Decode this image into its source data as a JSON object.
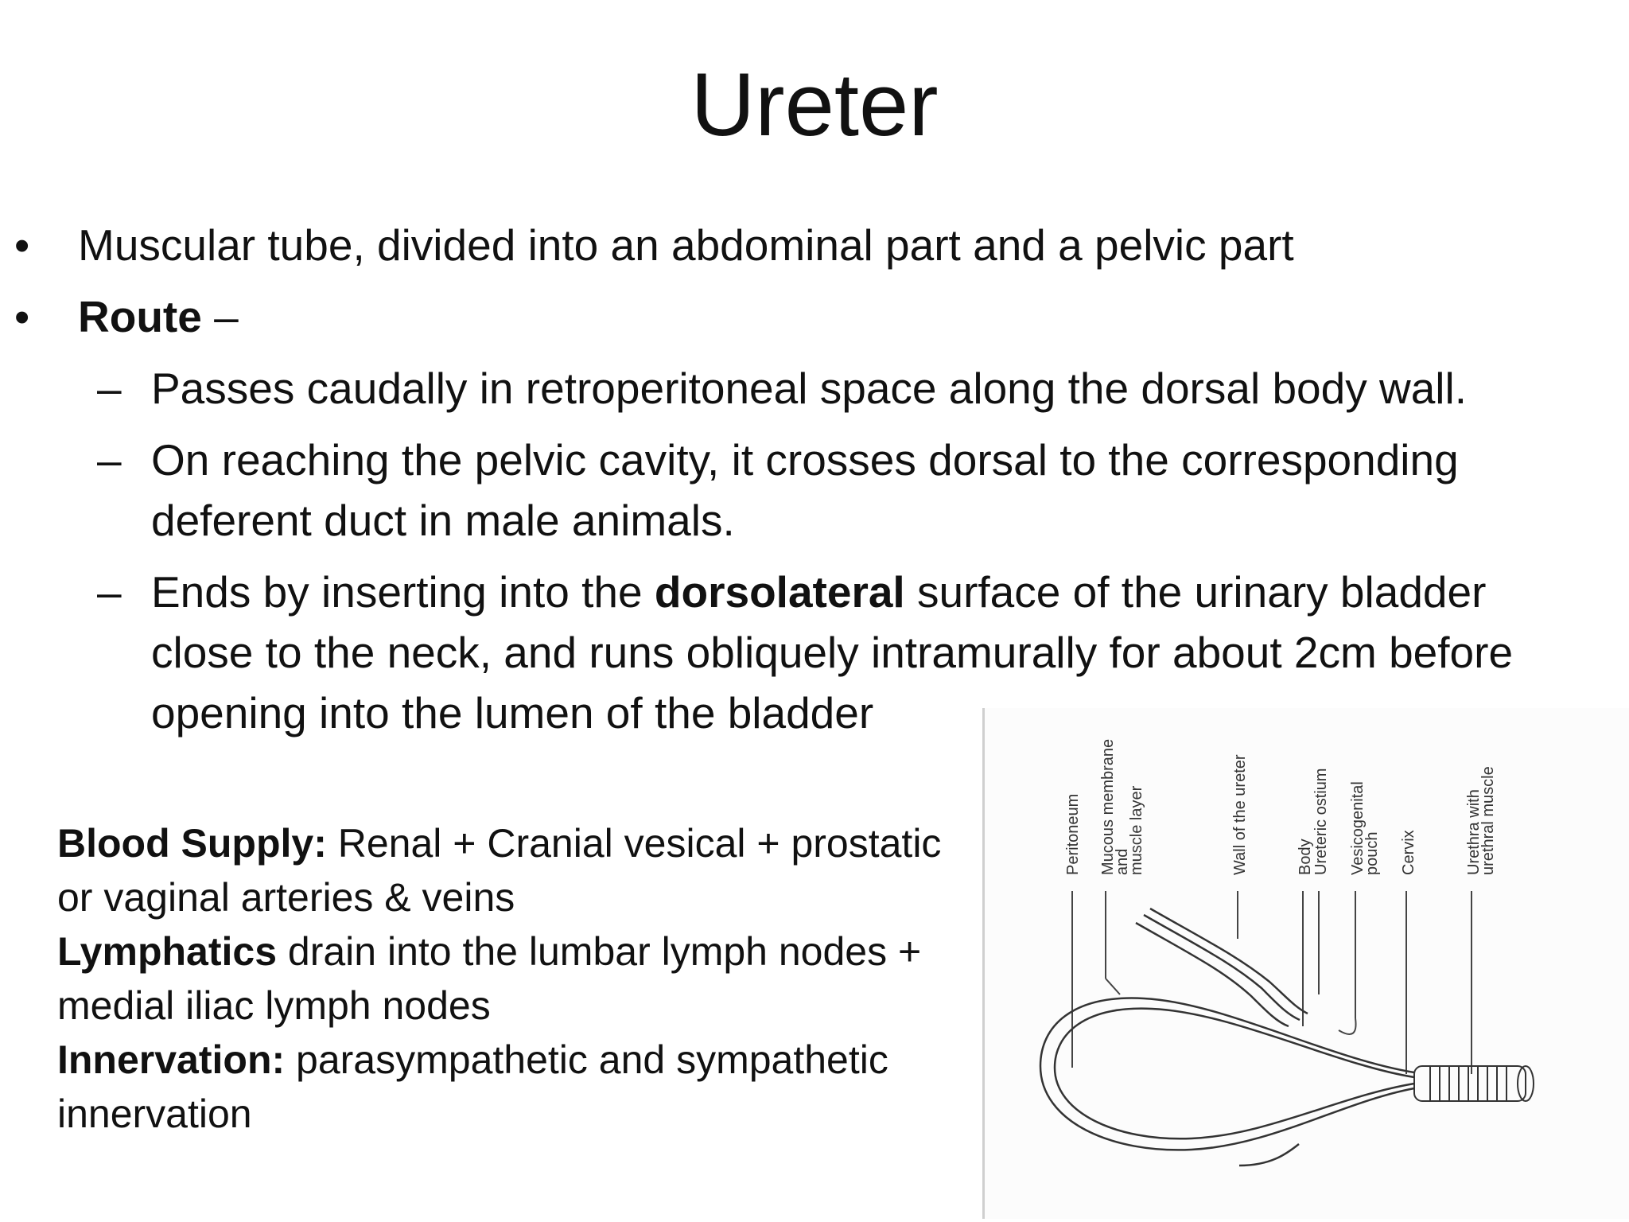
{
  "title": "Ureter",
  "bullets": [
    {
      "text": "Muscular tube, divided into an abdominal part and a pelvic part"
    },
    {
      "bold": "Route",
      "text": " –"
    }
  ],
  "route_items": [
    {
      "lines": [
        "Passes caudally in retroperitoneal space along the dorsal body wall."
      ]
    },
    {
      "lines": [
        "On reaching the pelvic cavity, it crosses dorsal to the corresponding",
        "deferent duct in male animals."
      ]
    },
    {
      "before": "Ends by inserting into the ",
      "bold": "dorsolateral",
      "after": " surface of the urinary bladder",
      "lines": [
        "close to the neck, and runs obliquely intramurally for about 2cm before",
        "opening into the lumen of the bladder"
      ]
    }
  ],
  "bullet_symbol": "•",
  "dash_symbol": "–",
  "info": {
    "blood_label": "Blood Supply:",
    "blood_text": " Renal  + Cranial vesical  + prostatic",
    "blood_text2": "or vaginal arteries & veins",
    "lymph_label": "Lymphatics",
    "lymph_text": " drain into the lumbar lymph nodes +",
    "lymph_text2": "medial iliac lymph nodes",
    "innervation_label": "Innervation:",
    "innervation_text": " parasympathetic and sympathetic",
    "innervation_text2": "innervation"
  },
  "diagram": {
    "labels": {
      "peritoneum": "Peritoneum",
      "mucous_1": "Mucous membrane",
      "mucous_2": "and",
      "mucous_3": "muscle layer",
      "wall": "Wall of the ureter",
      "body": "Body",
      "ureteric": "Ureteric ostium",
      "vesico_1": "Vesicogenital",
      "vesico_2": "pouch",
      "cervix": "Cervix",
      "urethra_1": "Urethra with",
      "urethra_2": "urethral muscle"
    }
  }
}
